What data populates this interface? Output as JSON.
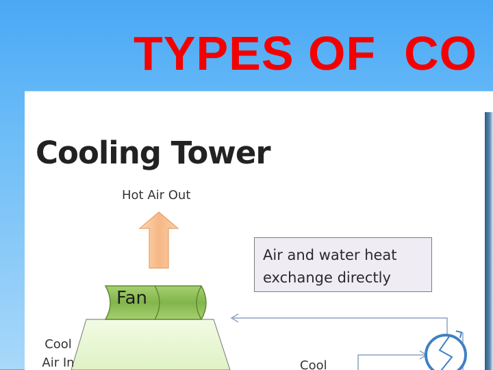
{
  "slide": {
    "title": "TYPES OF  CO"
  },
  "diagram": {
    "title": "Cooling Tower",
    "hot_air_label": "Hot Air Out",
    "fan_label": "Fan",
    "note": "Air and water heat exchange directly",
    "cool_air_label": "Cool Air In",
    "cool_water_label": "Cool"
  },
  "colors": {
    "title_red": "#f40000",
    "background_blue": "#4aa8f5",
    "fan_green": "#7bb04a",
    "tower_fill": "#e9f7d2",
    "arrow_orange": "#f7c38f",
    "exchanger_blue": "#3e80c4"
  },
  "icons": [
    "up-arrow-icon",
    "heat-exchanger-icon"
  ]
}
